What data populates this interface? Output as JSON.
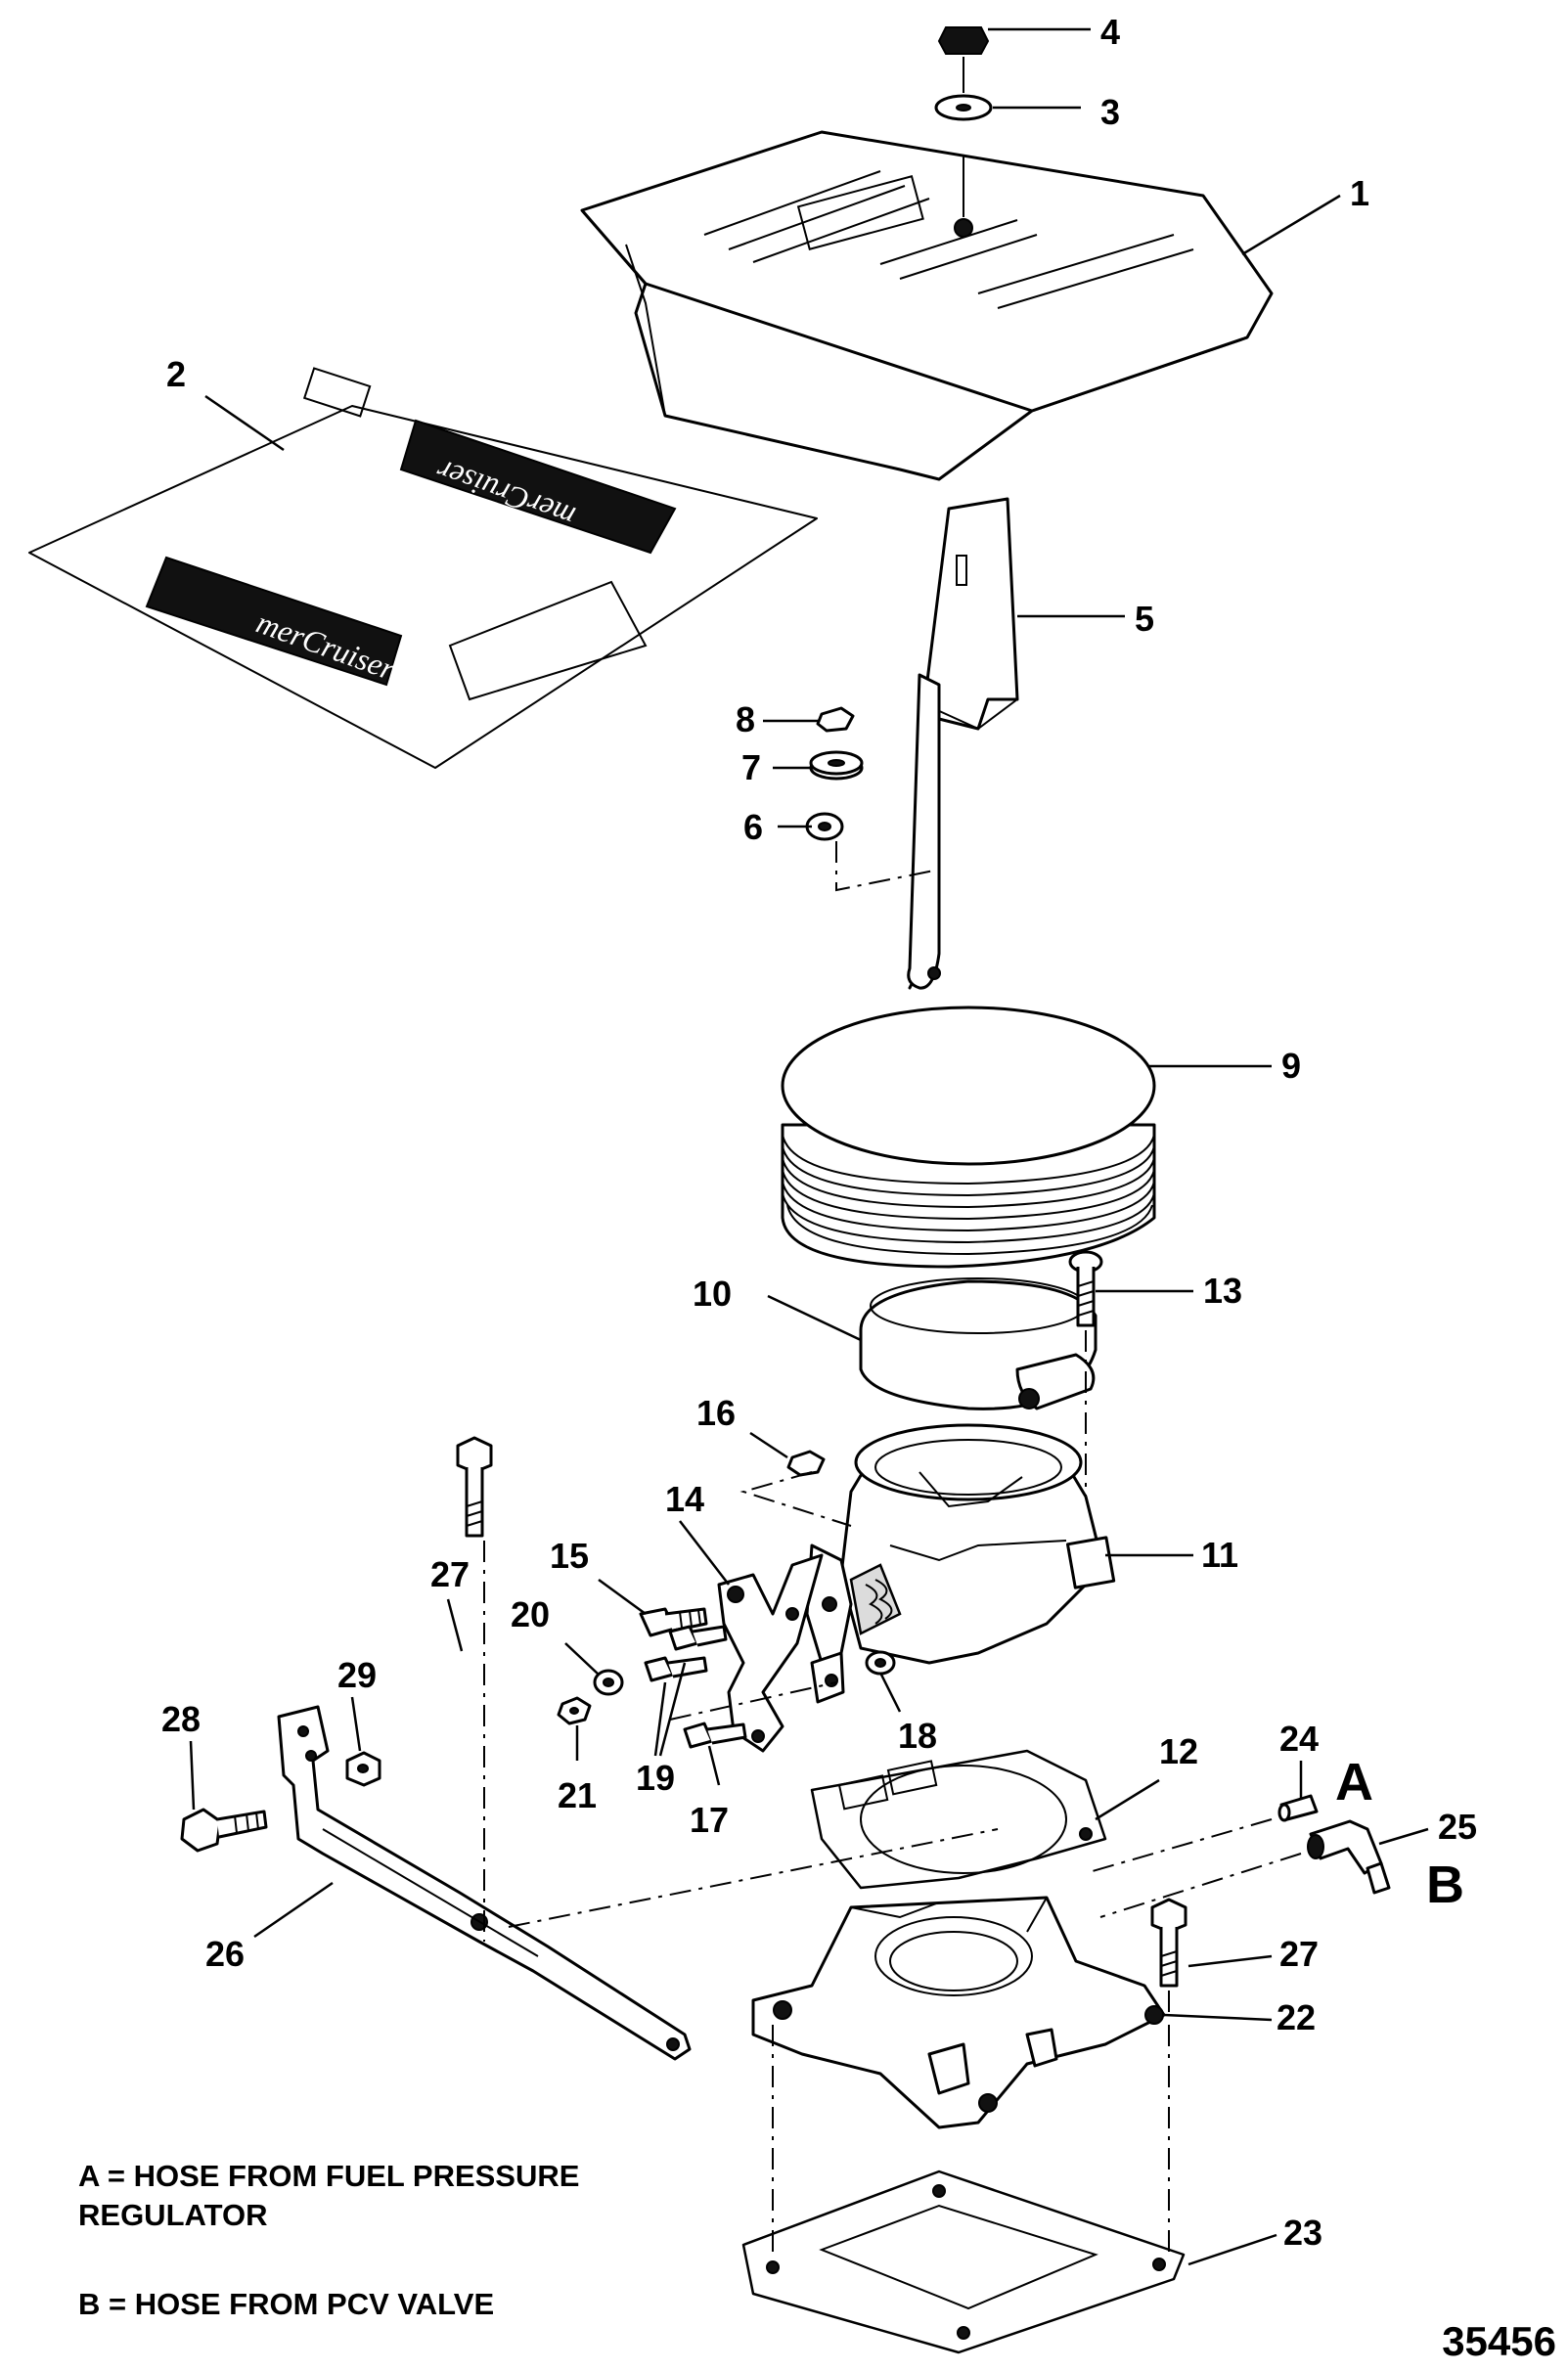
{
  "callouts": [
    "1",
    "2",
    "3",
    "4",
    "5",
    "6",
    "7",
    "8",
    "9",
    "10",
    "11",
    "12",
    "13",
    "14",
    "15",
    "16",
    "17",
    "18",
    "19",
    "20",
    "21",
    "22",
    "23",
    "24",
    "25",
    "26",
    "27",
    "28",
    "29"
  ],
  "callout_27_second": "27",
  "hose_markers": {
    "a": "A",
    "b": "B"
  },
  "logo_text": "merCruiser",
  "legend": {
    "line_a": "A = HOSE FROM FUEL PRESSURE REGULATOR",
    "line_b": "B = HOSE FROM PCV VALVE"
  },
  "drawing_number": "35456"
}
